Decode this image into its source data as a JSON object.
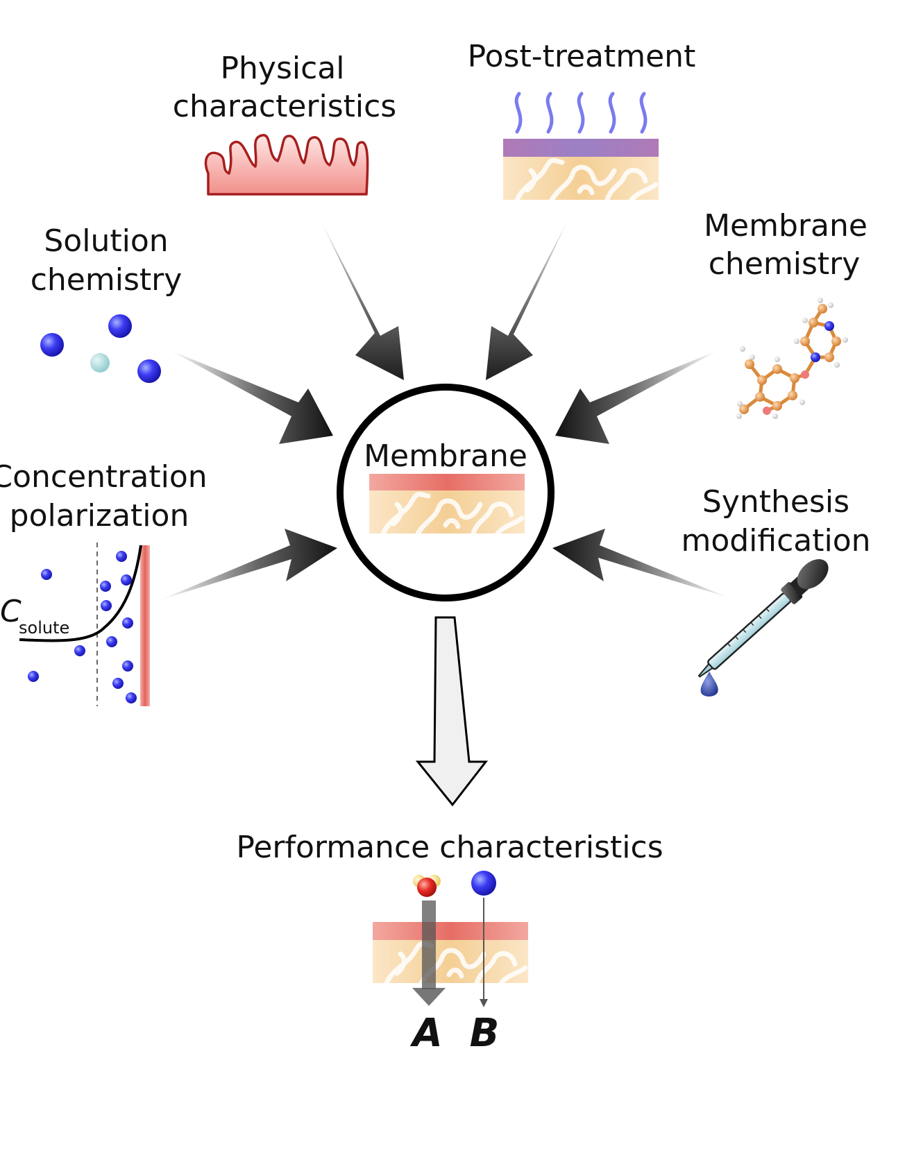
{
  "labels": {
    "physical": [
      "Physical",
      "characteristics"
    ],
    "post_treatment": "Post-treatment",
    "solution": [
      "Solution",
      "chemistry"
    ],
    "membrane_chem": [
      "Membrane",
      "chemistry"
    ],
    "center": "Membrane",
    "concentration": [
      "Concentration",
      "polarization"
    ],
    "synthesis": [
      "Synthesis",
      "modification"
    ],
    "performance": "Performance characteristics",
    "c_main": "C",
    "c_sub": "solute",
    "flux_a": "A",
    "flux_b": "B"
  },
  "colors": {
    "arrow_dark": "#111111",
    "membrane_pink": "#e87a70",
    "support_tan": "#f6d6a4",
    "post_purple": "#a27bbd",
    "ion_blue": "#2b2bf0",
    "ion_light": "#9fd3d6",
    "surface_red": "#b01c1c",
    "atom_orange": "#e08a3a"
  },
  "icons": {
    "physical": "rough-surface-icon",
    "post_treatment": "heated-membrane-icon",
    "solution": "ions-icon",
    "membrane_chem": "molecule-icon",
    "concentration": "concentration-profile-icon",
    "synthesis": "dropper-icon",
    "performance": "selective-transport-icon"
  }
}
